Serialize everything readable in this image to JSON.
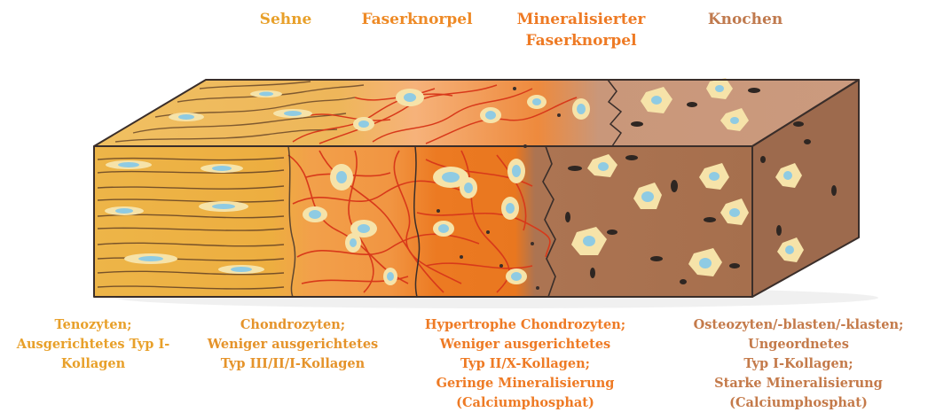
{
  "zones": [
    {
      "heading": [
        "Sehne"
      ],
      "heading_color": "#E8A02A",
      "description": [
        "Tenozyten;",
        "Ausgerichtetes Typ I-",
        "Kollagen"
      ],
      "description_color": "#E8A02A"
    },
    {
      "heading": [
        "Faserknorpel"
      ],
      "heading_color": "#EE8A26",
      "description": [
        "Chondrozyten;",
        "Weniger ausgerichtetes",
        "Typ III/II/I-Kollagen"
      ],
      "description_color": "#E5932A"
    },
    {
      "heading": [
        "Mineralisierter",
        "Faserknorpel"
      ],
      "heading_color": "#EE7A24",
      "description": [
        "Hypertrophe Chondrozyten;",
        "Weniger ausgerichtetes",
        "Typ II/X-Kollagen;",
        "Geringe Mineralisierung",
        "(Calciumphosphat)"
      ],
      "description_color": "#EE7A24"
    },
    {
      "heading": [
        "Knochen"
      ],
      "heading_color": "#C07A4E",
      "description": [
        "Osteozyten/-blasten/-klasten;",
        "Ungeordnetes",
        "Typ I-Kollagen;",
        "Starke Mineralisierung",
        "(Calciumphosphat)"
      ],
      "description_color": "#C47A4A"
    }
  ],
  "colors": {
    "tendon": "#EDB245",
    "fibrocartilage": "#F09A3E",
    "mineralized": "#EC7A22",
    "bone_front": "#A8714F",
    "bone_top": "#C99578",
    "bone_side": "#99644A",
    "collagen": "#D63A1A",
    "cell": "#F6E3A9",
    "nucleus": "#8FCBE3",
    "outline": "#3A2E2A"
  }
}
